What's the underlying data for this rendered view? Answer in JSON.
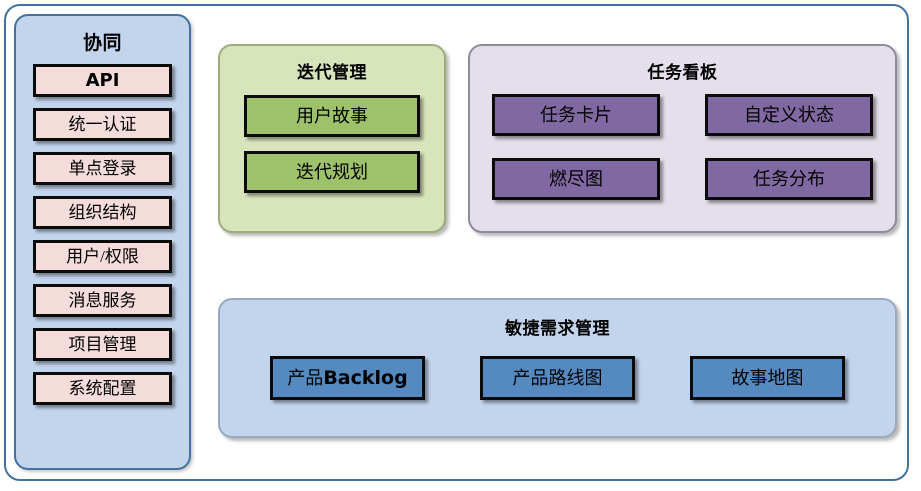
{
  "diagram": {
    "groups": {
      "sidebar": {
        "title": "协同",
        "items": [
          {
            "label": "API",
            "emphasis": "latin-bold"
          },
          {
            "label": "统一认证",
            "emphasis": "none"
          },
          {
            "label": "单点登录",
            "emphasis": "none"
          },
          {
            "label": "组织结构",
            "emphasis": "none"
          },
          {
            "label": "用户/权限",
            "emphasis": "none"
          },
          {
            "label": "消息服务",
            "emphasis": "none"
          },
          {
            "label": "项目管理",
            "emphasis": "none"
          },
          {
            "label": "系统配置",
            "emphasis": "none"
          }
        ]
      },
      "iteration": {
        "title": "迭代管理",
        "items": [
          {
            "label": "用户故事"
          },
          {
            "label": "迭代规划"
          }
        ]
      },
      "taskboard": {
        "title": "任务看板",
        "items": [
          {
            "label": "任务卡片"
          },
          {
            "label": "自定义状态"
          },
          {
            "label": "燃尽图"
          },
          {
            "label": "任务分布"
          }
        ]
      },
      "agile": {
        "title": "敏捷需求管理",
        "items": [
          {
            "label_cjk": "产品",
            "label_latin": "Backlog"
          },
          {
            "label_cjk": "产品路线图",
            "label_latin": ""
          },
          {
            "label_cjk": "故事地图",
            "label_latin": ""
          }
        ]
      }
    }
  },
  "colors": {
    "outer_border": "#4472a0",
    "sidebar_fill": "#c3d5ec",
    "sidebar_border": "#4472a0",
    "sidebar_item_fill": "#f4dcda",
    "iteration_fill": "#d8e4bc",
    "iteration_border": "#9bad7a",
    "iteration_item_fill": "#9ec269",
    "taskboard_fill": "#e4dfea",
    "taskboard_border": "#8f8a9c",
    "taskboard_item_fill": "#8069a2",
    "agile_fill": "#c3d5ec",
    "agile_border": "#9aa9bd",
    "agile_item_fill": "#558ac0",
    "node_border": "#0b0b0b",
    "text": "#000000"
  }
}
